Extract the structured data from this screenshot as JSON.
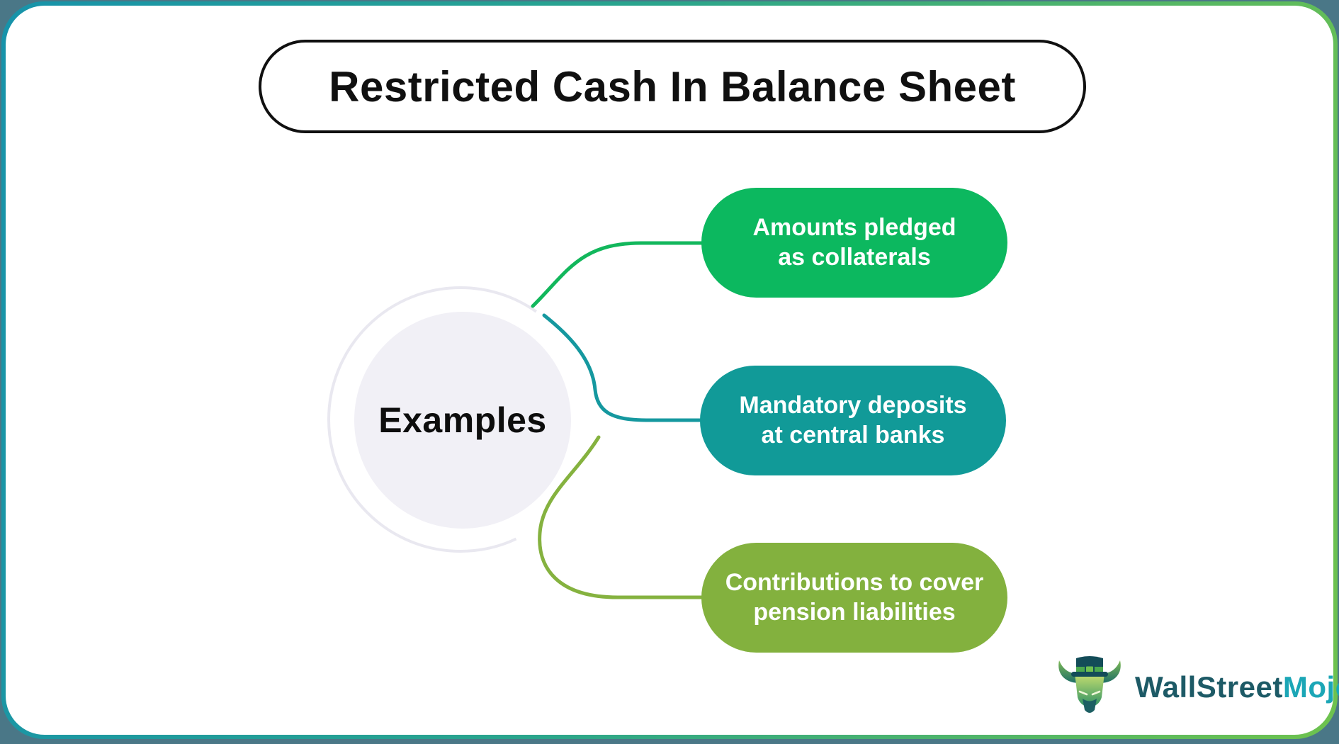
{
  "page": {
    "title": "Restricted Cash In Balance Sheet"
  },
  "diagram": {
    "center_label": "Examples",
    "items": [
      {
        "label": "Amounts pledged as collaterals",
        "line1": "Amounts pledged",
        "line2": "as collaterals",
        "pill_color": "#0cb85f",
        "connector_color": "#12b75c"
      },
      {
        "label": "Mandatory deposits at central banks",
        "line1": "Mandatory deposits",
        "line2": "at central banks",
        "pill_color": "#119a98",
        "connector_color": "#15989f"
      },
      {
        "label": "Contributions to cover pension liabilities",
        "line1": "Contributions to cover",
        "line2": "pension liabilities",
        "pill_color": "#83b13e",
        "connector_color": "#85b23f"
      }
    ],
    "ring_color": "#e9e8f0",
    "center_circle_color": "#f1f0f6"
  },
  "branding": {
    "logo_icon": "bull-with-top-hat-icon",
    "name_part1": "WallStreet",
    "name_part2": "Mojo",
    "name_part1_color": "#1d5a66",
    "name_part2_color": "#1ba6b6"
  },
  "colors": {
    "frame_gradient_start": "#1793aa",
    "frame_gradient_end": "#6ec24e",
    "outer_background": "#4a7787",
    "sheet_background": "#ffffff",
    "title_text": "#101010"
  }
}
